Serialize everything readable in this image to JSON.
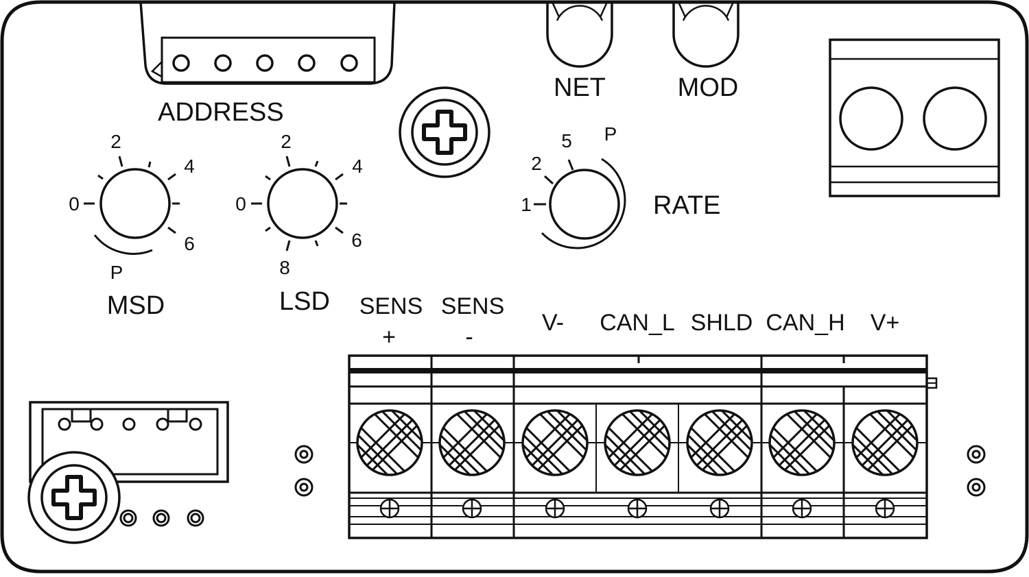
{
  "colors": {
    "stroke": "#111111",
    "background": "#ffffff"
  },
  "address_connector": {
    "label": "ADDRESS",
    "pins": 5
  },
  "indicators": [
    {
      "label": "NET"
    },
    {
      "label": "MOD"
    }
  ],
  "msd_switch": {
    "label": "MSD",
    "positions": {
      "zero": "0",
      "two": "2",
      "four": "4",
      "six": "6",
      "p": "P"
    }
  },
  "lsd_switch": {
    "label": "LSD",
    "positions": {
      "zero": "0",
      "two": "2",
      "four": "4",
      "six": "6",
      "eight": "8"
    }
  },
  "rate_switch": {
    "label": "RATE",
    "positions": {
      "one": "1",
      "two": "2",
      "five": "5",
      "p": "P"
    }
  },
  "terminal_block": {
    "terminals": [
      {
        "line1": "SENS",
        "line2": "+"
      },
      {
        "line1": "SENS",
        "line2": "-"
      },
      {
        "line1": "V-",
        "line2": ""
      },
      {
        "line1": "CAN_L",
        "line2": ""
      },
      {
        "line1": "SHLD",
        "line2": ""
      },
      {
        "line1": "CAN_H",
        "line2": ""
      },
      {
        "line1": "V+",
        "line2": ""
      }
    ]
  },
  "aux_connector": {
    "pins": 5
  }
}
